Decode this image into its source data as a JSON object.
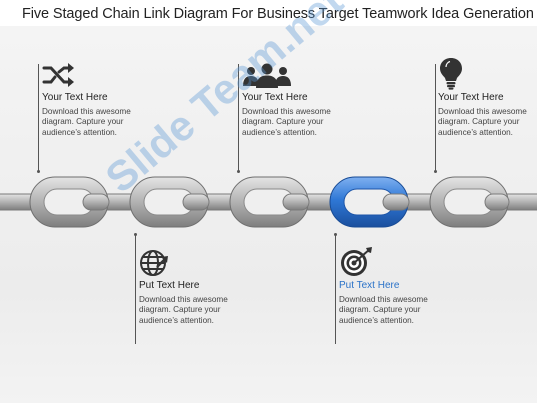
{
  "title": "Five Staged Chain Link Diagram For Business Target Teamwork Idea Generation",
  "watermark": "Slide Team.net",
  "colors": {
    "link": "#bdbdbd",
    "link_dark": "#8a8a8a",
    "highlight": "#2f78d6",
    "highlight_dark": "#1d55a8"
  },
  "top_callouts": [
    {
      "icon": "shuffle-icon",
      "heading": "Your  Text Here",
      "body": "Download this awesome diagram. Capture your audience’s attention."
    },
    {
      "icon": "team-icon",
      "heading": "Your  Text Here",
      "body": "Download this awesome diagram. Capture your audience’s attention."
    },
    {
      "icon": "lightbulb-icon",
      "heading": "Your  Text Here",
      "body": "Download this awesome diagram. Capture your audience’s attention."
    }
  ],
  "bottom_callouts": [
    {
      "icon": "globe-icon",
      "heading": "Put  Text Here",
      "body": "Download this awesome diagram. Capture your audience’s attention."
    },
    {
      "icon": "target-icon",
      "heading": "Put  Text Here",
      "body": "Download this awesome diagram. Capture your audience’s attention."
    }
  ]
}
